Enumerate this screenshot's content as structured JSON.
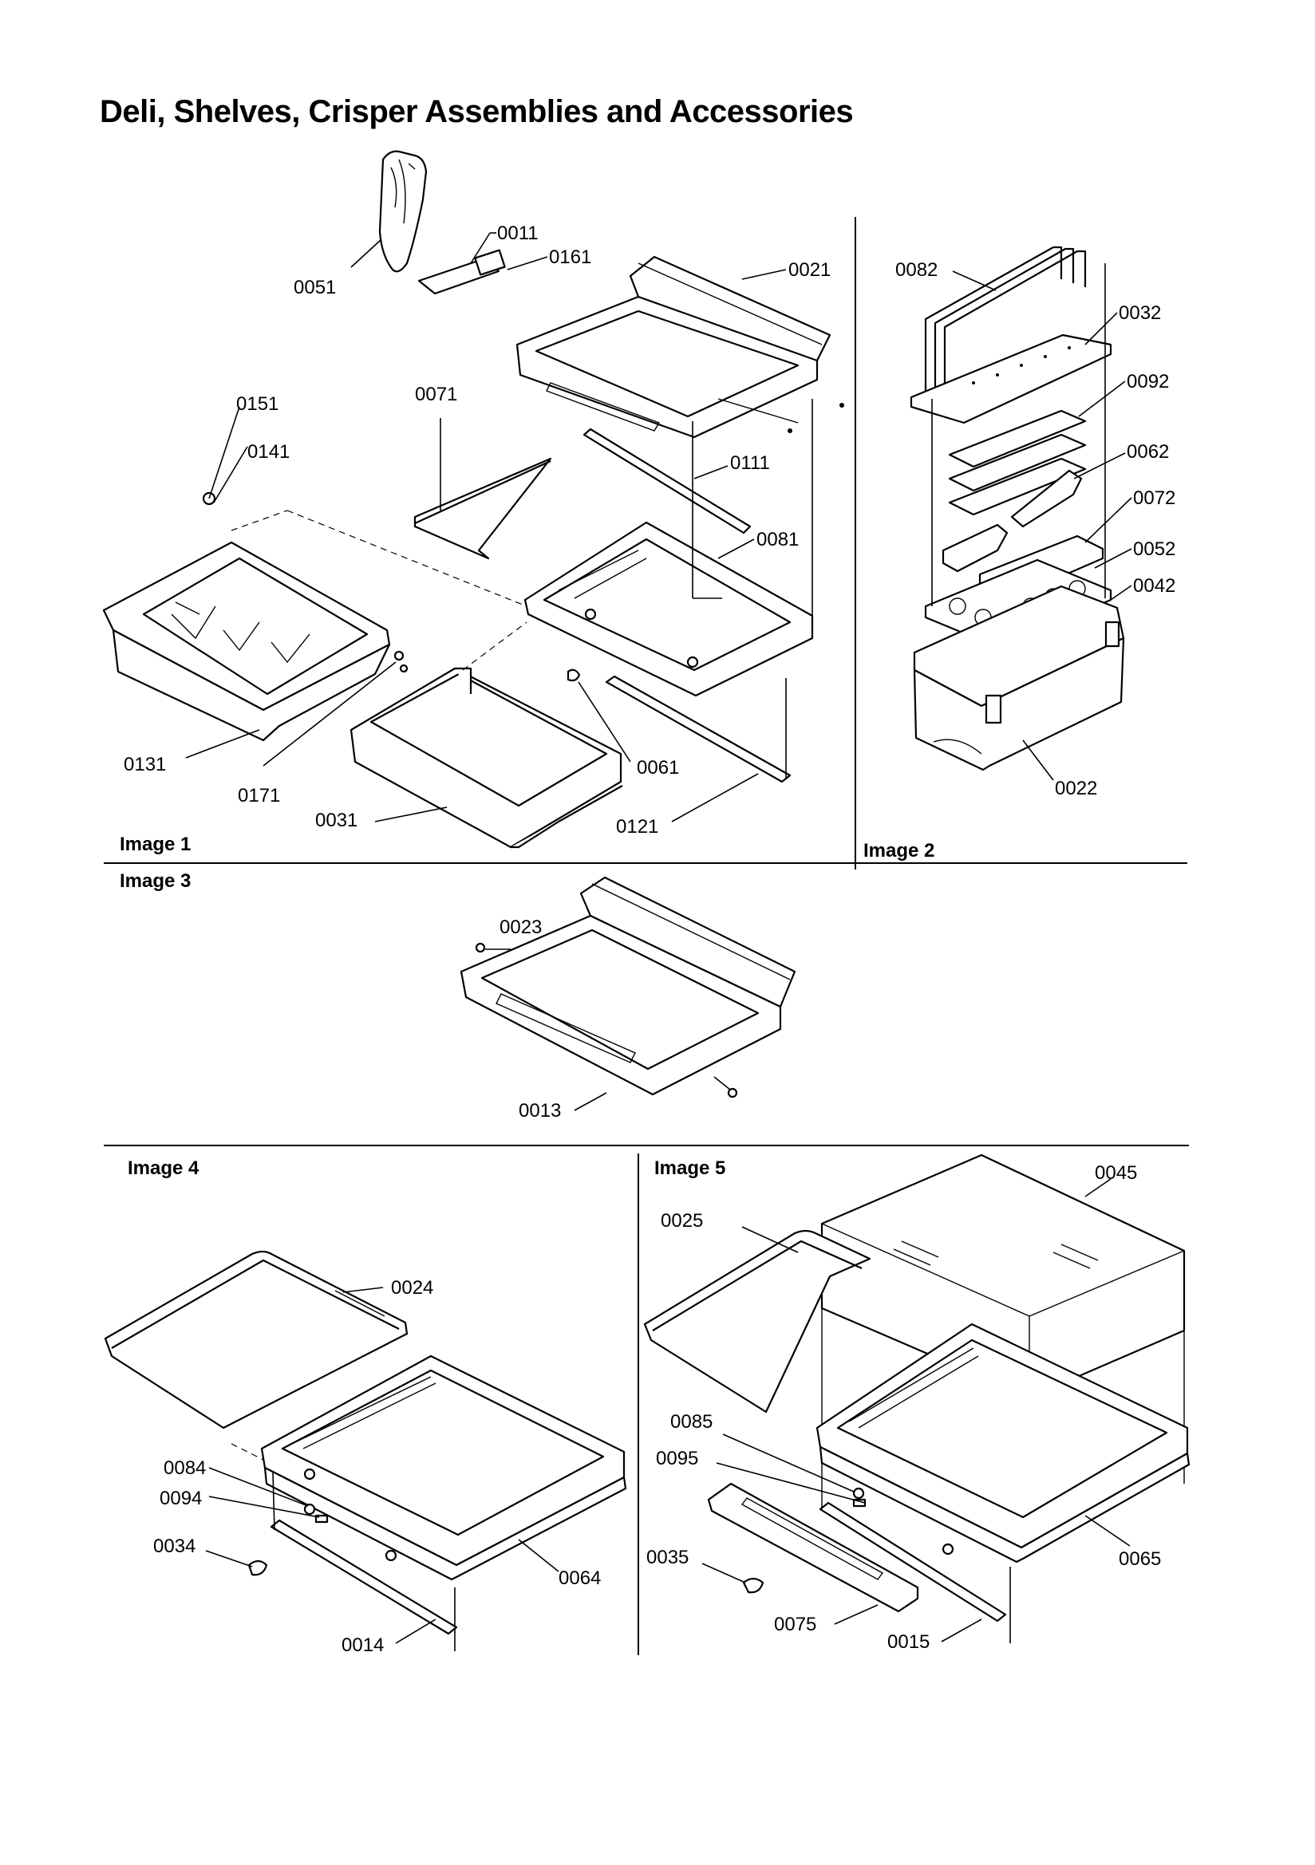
{
  "title": "Deli, Shelves, Crisper Assemblies and Accessories",
  "panels": {
    "image1": "Image 1",
    "image2": "Image 2",
    "image3": "Image 3",
    "image4": "Image 4",
    "image5": "Image 5"
  },
  "callouts": {
    "p0011": "0011",
    "p0161": "0161",
    "p0051": "0051",
    "p0021": "0021",
    "p0151": "0151",
    "p0141": "0141",
    "p0071": "0071",
    "p0111": "0111",
    "p0081": "0081",
    "p0131": "0131",
    "p0171": "0171",
    "p0031": "0031",
    "p0061": "0061",
    "p0121": "0121",
    "p0082": "0082",
    "p0032": "0032",
    "p0092": "0092",
    "p0062": "0062",
    "p0072": "0072",
    "p0052": "0052",
    "p0042": "0042",
    "p0022": "0022",
    "p0023": "0023",
    "p0013": "0013",
    "p0024": "0024",
    "p0084": "0084",
    "p0094": "0094",
    "p0034": "0034",
    "p0064": "0064",
    "p0014": "0014",
    "p0045": "0045",
    "p0025": "0025",
    "p0085": "0085",
    "p0095": "0095",
    "p0035": "0035",
    "p0075": "0075",
    "p0015": "0015",
    "p0065": "0065"
  }
}
